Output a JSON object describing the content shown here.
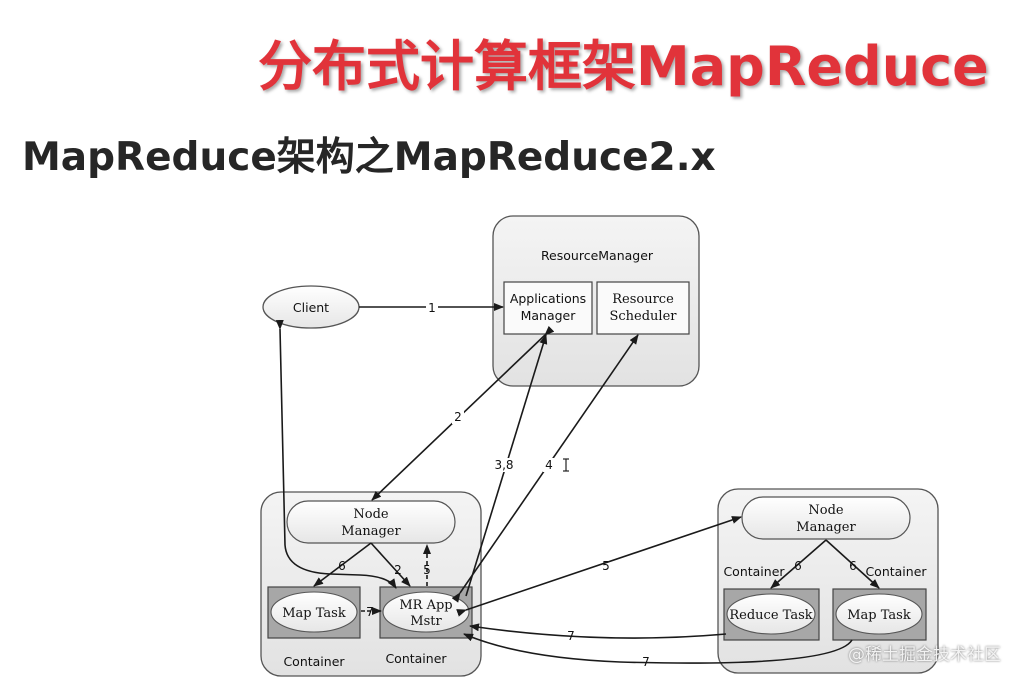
{
  "slide": {
    "title": "分布式计算框架MapReduce",
    "subtitle": "MapReduce架构之MapReduce2.x"
  },
  "diagram": {
    "resource_manager": {
      "label": "ResourceManager",
      "applications_manager": [
        "Applications",
        "Manager"
      ],
      "resource_scheduler": [
        "Resource",
        "Scheduler"
      ]
    },
    "client": {
      "label": "Client"
    },
    "left_node": {
      "node_manager": [
        "Node",
        "Manager"
      ],
      "map_task": "Map Task",
      "mr_app_master": [
        "MR App",
        "Mstr"
      ],
      "container_left_label": "Container",
      "container_right_label": "Container"
    },
    "right_node": {
      "node_manager": [
        "Node",
        "Manager"
      ],
      "reduce_task": "Reduce Task",
      "map_task": "Map Task",
      "container_left_label": "Container",
      "container_right_label": "Container"
    },
    "edge_labels": {
      "client_to_am": "1",
      "am_to_nm": "2",
      "mr_to_am": "3,8",
      "mr_to_scheduler": "4",
      "mr_to_right_nm": "5",
      "nm_to_map_task": "6",
      "nm_to_mr": "2",
      "mr_to_nm": "5",
      "map_task_to_mr": "7",
      "right_nm_to_reduce": "6",
      "right_nm_to_map": "6",
      "reduce_to_mr": "7",
      "right_map_to_mr": "7"
    }
  },
  "watermark": "@稀土掘金技术社区"
}
